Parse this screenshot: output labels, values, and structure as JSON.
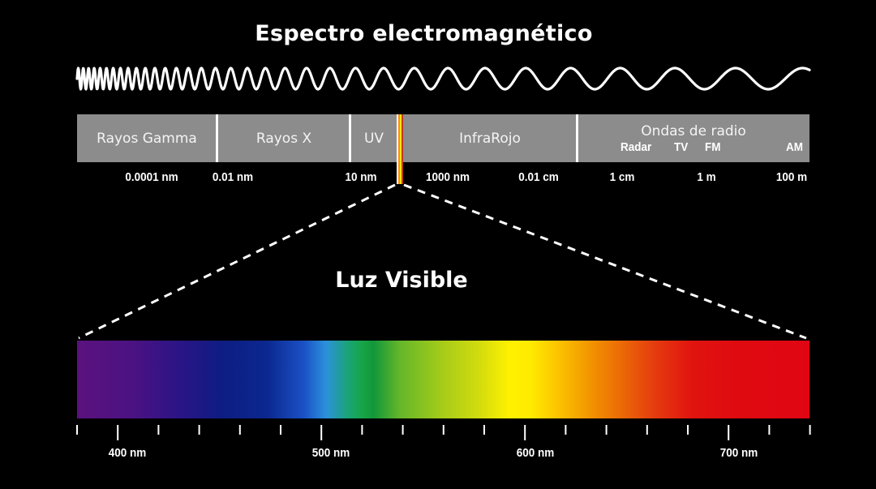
{
  "title": "Espectro electromagnético",
  "subtitle": "Luz Visible",
  "bands": [
    {
      "label": "Rayos Gamma"
    },
    {
      "label": "Rayos X"
    },
    {
      "label": "UV"
    },
    {
      "label": "InfraRojo"
    }
  ],
  "radio": {
    "title": "Ondas de radio",
    "sub": [
      "Radar",
      "TV",
      "FM",
      "AM"
    ]
  },
  "wavelength_labels": [
    "0.0001 nm",
    "0.01 nm",
    "10 nm",
    "1000 nm",
    "0.01 cm",
    "1 cm",
    "1 m",
    "100 m"
  ],
  "visible_labels": [
    "400 nm",
    "500 nm",
    "600 nm",
    "700 nm"
  ],
  "colors": {
    "background": "#000000",
    "band": "#8c8c8c",
    "separator": "#ffffff",
    "strip": [
      "#8a2be2",
      "#2e6fff",
      "#ffe600",
      "#ff2a1a"
    ]
  }
}
